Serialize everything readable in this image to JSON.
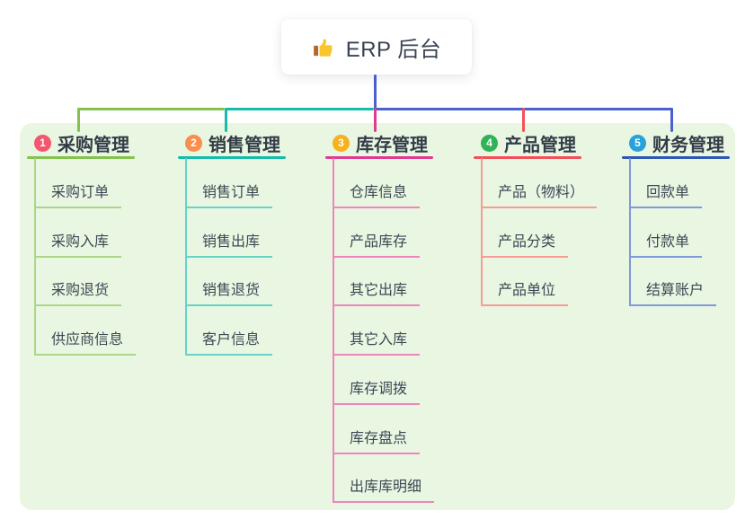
{
  "root": {
    "label": "ERP 后台",
    "icon": "thumbs-up"
  },
  "colors": {
    "page_background": "#ffffff",
    "panel_background": "#e9f6e2",
    "root_line": "#4a61ce",
    "bus_colors": [
      "#85c14e",
      "#16bcab",
      "#4a61ce"
    ],
    "title_text": "#333c47",
    "child_text": "#3d4854",
    "root_text": "#394352"
  },
  "branches": [
    {
      "number": "1",
      "title": "采购管理",
      "badge_color": "#f4566f",
      "drop_color": "#85c14e",
      "header_line_color": "#85c14e",
      "child_line_color": "#abd68a",
      "children": [
        "采购订单",
        "采购入库",
        "采购退货",
        "供应商信息"
      ]
    },
    {
      "number": "2",
      "title": "销售管理",
      "badge_color": "#fb8e4c",
      "drop_color": "#16bcab",
      "header_line_color": "#16bcab",
      "child_line_color": "#66d3c8",
      "children": [
        "销售订单",
        "销售出库",
        "销售退货",
        "客户信息"
      ]
    },
    {
      "number": "3",
      "title": "库存管理",
      "badge_color": "#f7b11e",
      "drop_color": "#e03a92",
      "header_line_color": "#e03a92",
      "child_line_color": "#ef85bd",
      "children": [
        "仓库信息",
        "产品库存",
        "其它出库",
        "其它入库",
        "库存调拨",
        "库存盘点",
        "出库库明细"
      ]
    },
    {
      "number": "4",
      "title": "产品管理",
      "badge_color": "#2fb357",
      "drop_color": "#f25158",
      "header_line_color": "#f25158",
      "child_line_color": "#f79b93",
      "children": [
        "产品（物料）",
        "产品分类",
        "产品单位"
      ]
    },
    {
      "number": "5",
      "title": "财务管理",
      "badge_color": "#29a2db",
      "drop_color": "#4a61ce",
      "header_line_color": "#2f57b4",
      "child_line_color": "#7e99dc",
      "children": [
        "回款单",
        "付款单",
        "结算账户"
      ]
    }
  ]
}
